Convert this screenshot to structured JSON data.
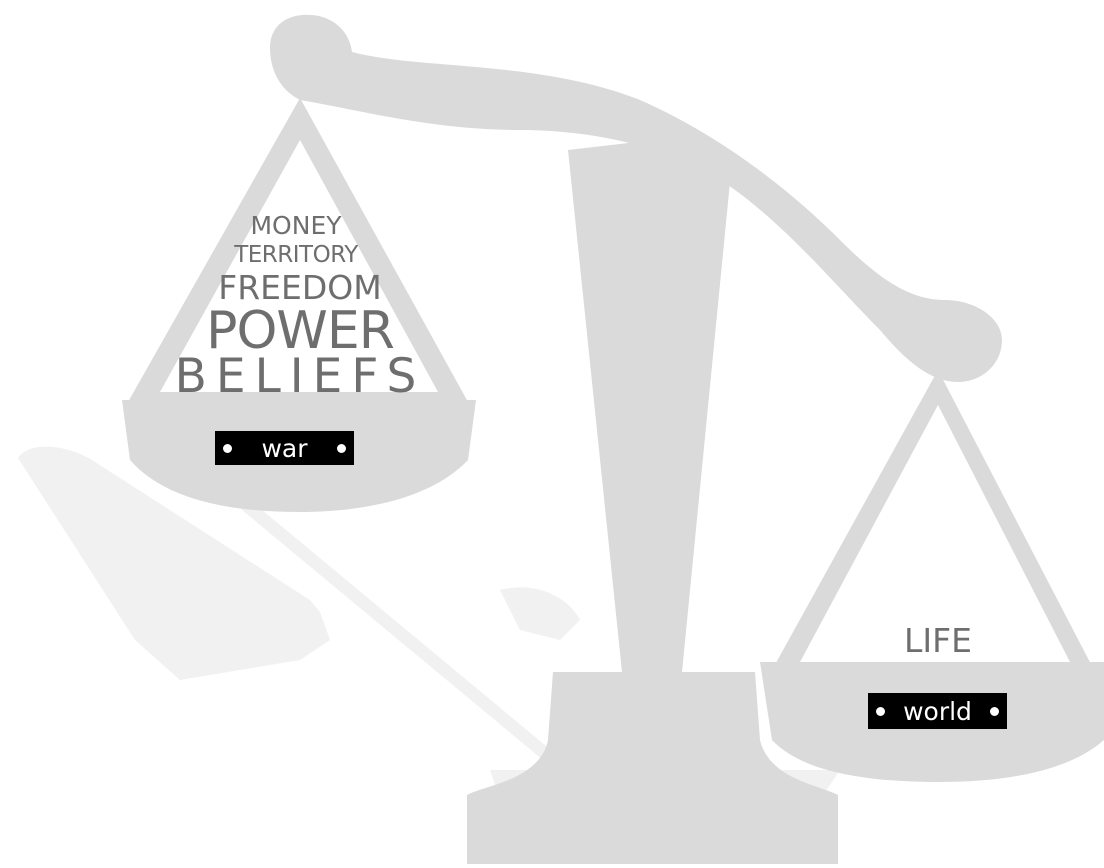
{
  "colors": {
    "scale": "#dadada",
    "shadow": "#f0f0f0",
    "text": "#6e6e6e",
    "plate": "#000000",
    "plate_text": "#ffffff"
  },
  "left_pan": {
    "words": [
      "MONEY",
      "TERRITORY",
      "FREEDOM",
      "POWER",
      "BELIEFS"
    ],
    "plate_label": "war"
  },
  "right_pan": {
    "words": [
      "LIFE"
    ],
    "plate_label": "world"
  }
}
